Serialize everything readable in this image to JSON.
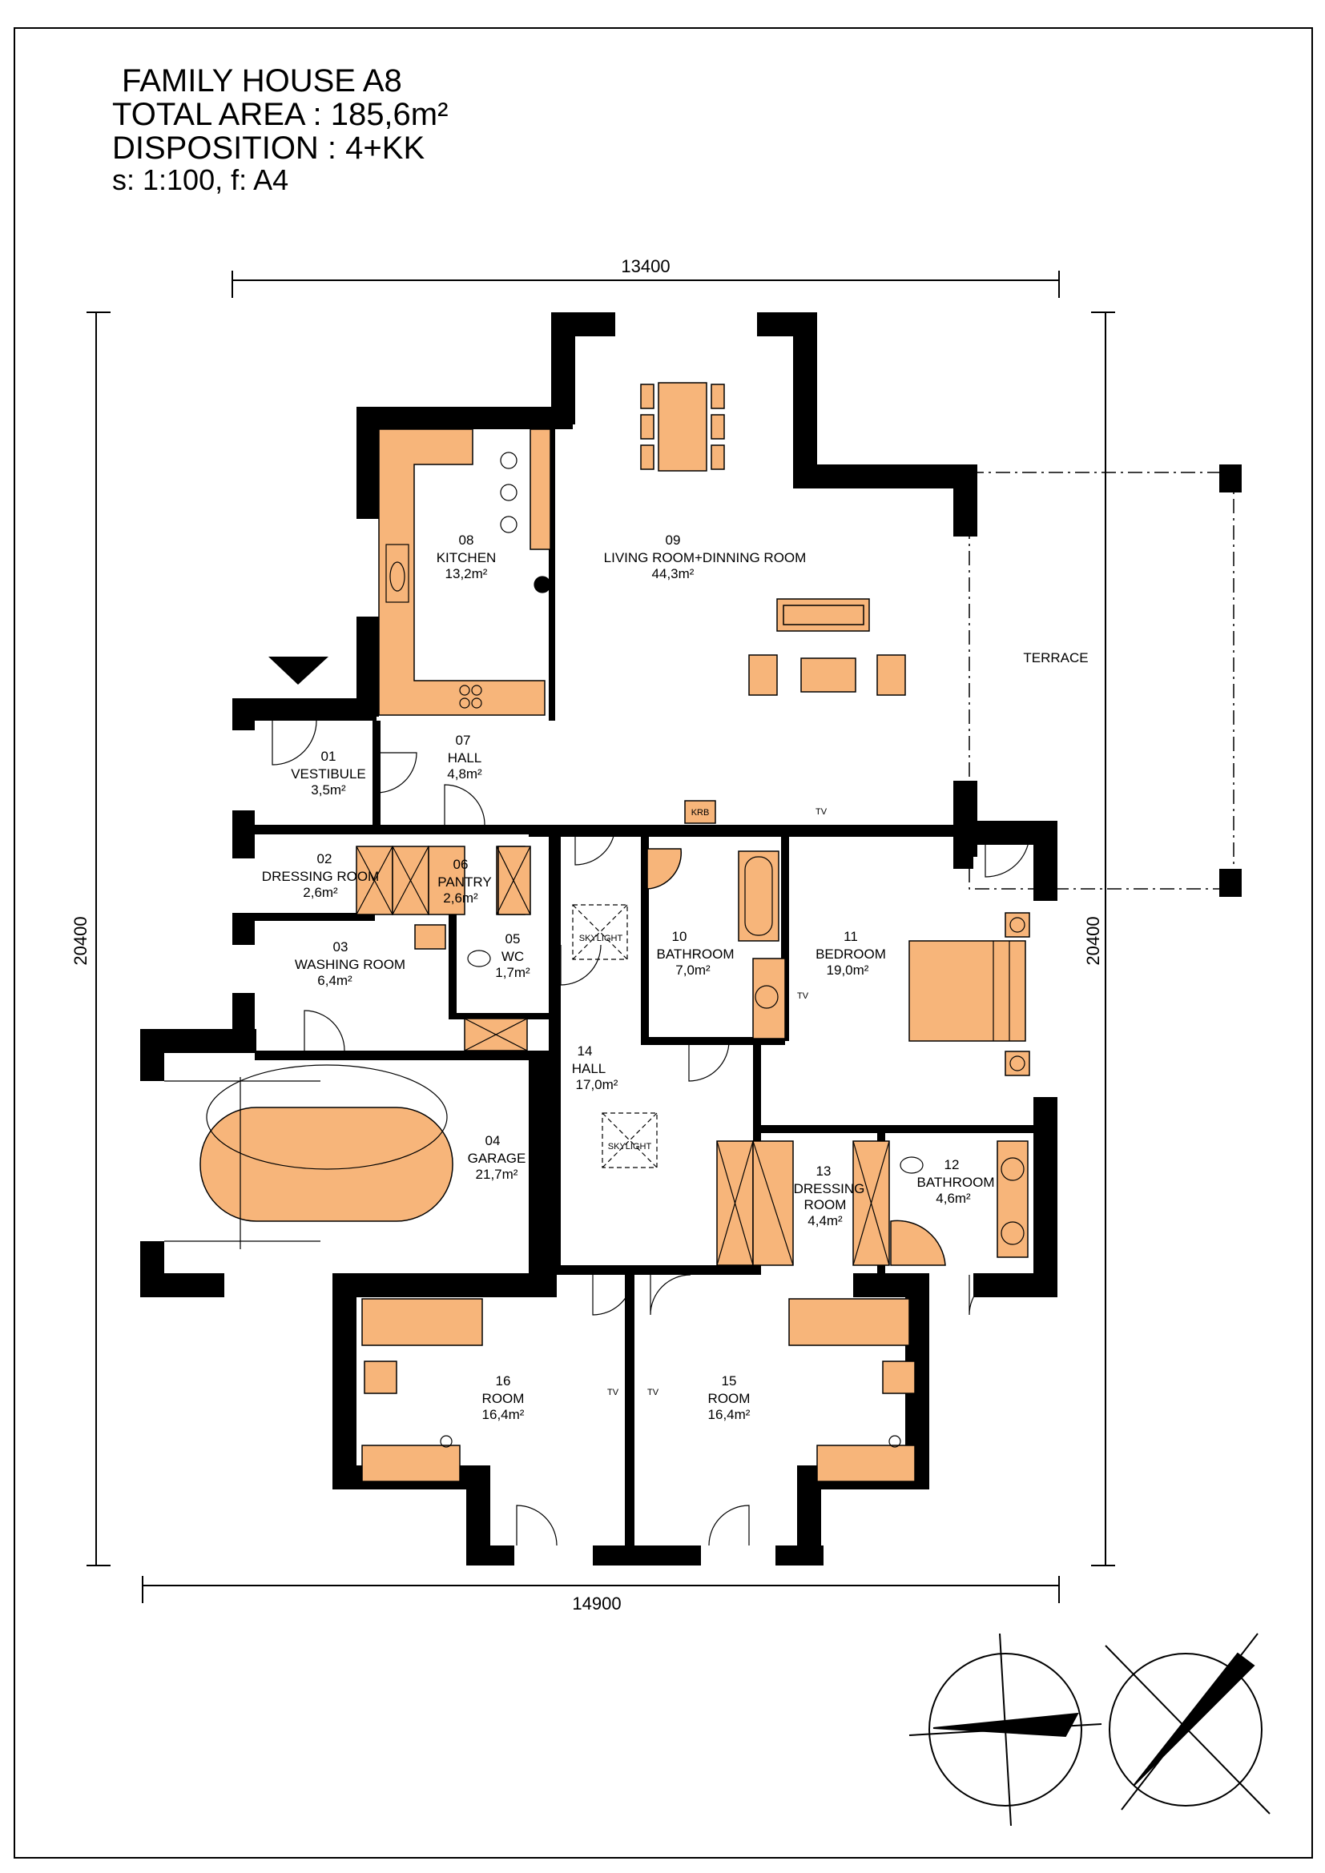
{
  "title": {
    "name": "FAMILY HOUSE A8",
    "total_area": "TOTAL AREA : 185,6m²",
    "disposition": "DISPOSITION : 4+KK",
    "scale": "s: 1:100, f: A4"
  },
  "dimensions": {
    "top_width": "13400",
    "bottom_width": "14900",
    "left_height": "20400",
    "right_height": "20400"
  },
  "rooms": [
    {
      "id": "01",
      "name": "VESTIBULE",
      "area": "3,5m²"
    },
    {
      "id": "02",
      "name": "DRESSING ROOM",
      "area": "2,6m²"
    },
    {
      "id": "03",
      "name": "WASHING ROOM",
      "area": "6,4m²"
    },
    {
      "id": "04",
      "name": "GARAGE",
      "area": "21,7m²"
    },
    {
      "id": "05",
      "name": "WC",
      "area": "1,7m²"
    },
    {
      "id": "06",
      "name": "PANTRY",
      "area": "2,6m²"
    },
    {
      "id": "07",
      "name": "HALL",
      "area": "4,8m²"
    },
    {
      "id": "08",
      "name": "KITCHEN",
      "area": "13,2m²"
    },
    {
      "id": "09",
      "name": "LIVING ROOM+DINNING ROOM",
      "area": "44,3m²"
    },
    {
      "id": "10",
      "name": "BATHROOM",
      "area": "7,0m²"
    },
    {
      "id": "11",
      "name": "BEDROOM",
      "area": "19,0m²"
    },
    {
      "id": "12",
      "name": "BATHROOM",
      "area": "4,6m²"
    },
    {
      "id": "13",
      "name": "DRESSING ROOM",
      "area": "4,4m²"
    },
    {
      "id": "14",
      "name": "HALL",
      "area": "17,0m²"
    },
    {
      "id": "15",
      "name": "ROOM",
      "area": "16,4m²"
    },
    {
      "id": "16",
      "name": "ROOM",
      "area": "16,4m²"
    }
  ],
  "labels": {
    "terrace": "TERRACE",
    "skylight": "SKYLIGHT",
    "tv": "TV",
    "krb": "KRB",
    "dressing_line1": "DRESSING",
    "dressing_line2": "ROOM"
  },
  "colors": {
    "wall": "#000000",
    "furniture": "#f7b57a",
    "outline": "#000000"
  }
}
